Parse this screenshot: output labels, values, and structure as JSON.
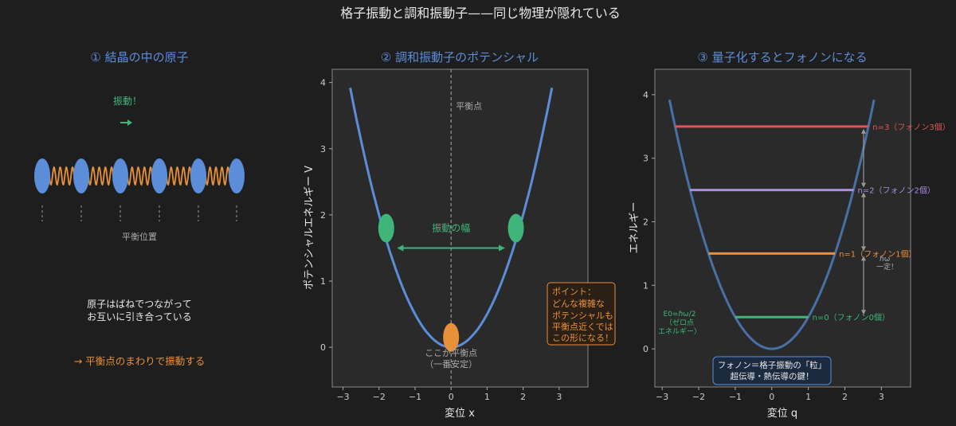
{
  "title": "格子振動と調和振動子——同じ物理が隠れている",
  "colors": {
    "background": "#1e1e1e",
    "axes_face": "#2a2a2a",
    "blue": "#5b8dd9",
    "green": "#3fb57a",
    "orange": "#e8913a",
    "red": "#e05555",
    "purple": "#a98de0",
    "gray_text": "#aaaaaa",
    "white_text": "#e8e8e8"
  },
  "panel1": {
    "title": "① 結晶の中の原子",
    "vibration_label": "振動！",
    "equilibrium_label": "平衡位置",
    "caption_line1": "原子はばねでつながって",
    "caption_line2": "お互いに引き合っている",
    "conclusion": "→ 平衡点のまわりで振動する"
  },
  "panel2": {
    "title": "② 調和振動子のポテンシャル",
    "equilibrium_label": "平衡点",
    "amplitude_label": "振動の幅",
    "bottom_label_line1": "ここが平衡点",
    "bottom_label_line2": "（一番安定）",
    "note_line1": "ポイント：",
    "note_line2": "どんな複雑な",
    "note_line3": "ポテンシャルも",
    "note_line4": "平衡点近くでは",
    "note_line5": "この形になる！"
  },
  "panel3": {
    "title": "③ 量子化するとフォノンになる",
    "zero_point_line1": "E0=ℏω/2",
    "zero_point_line2": "（ゼロ点",
    "zero_point_line3": "エネルギー）",
    "spacing_label_line1": "ℏω",
    "spacing_label_line2": "一定！",
    "box_line1": "フォノン＝格子振動の「粒」",
    "box_line2": "超伝導・熱伝導の鍵！"
  },
  "chart_data": [
    {
      "type": "line",
      "title": "② 調和振動子のポテンシャル",
      "xlabel": "変位 x",
      "ylabel": "ポテンシャルエネルギー V",
      "xlim": [
        -3.3,
        3.8
      ],
      "ylim": [
        -0.6,
        4.2
      ],
      "xticks": [
        -3,
        -2,
        -1,
        0,
        1,
        2,
        3
      ],
      "yticks": [
        0,
        1,
        2,
        3,
        4
      ],
      "grid": false,
      "series": [
        {
          "function": "V = 0.5 x^2",
          "x_range": [
            -2.8,
            2.8
          ]
        }
      ],
      "markers": [
        {
          "x": -1.8,
          "y": 1.8,
          "label": ""
        },
        {
          "x": 1.8,
          "y": 1.8,
          "label": ""
        },
        {
          "x": 0,
          "y": 0.15,
          "label": ""
        }
      ],
      "annotations": [
        {
          "type": "vline",
          "x": 0
        },
        {
          "type": "double_arrow",
          "x": [
            -1.5,
            1.5
          ],
          "y": 1.5
        }
      ]
    },
    {
      "type": "line",
      "title": "③ 量子化するとフォノンになる",
      "xlabel": "変位 q",
      "ylabel": "エネルギー",
      "xlim": [
        -3.2,
        3.8
      ],
      "ylim": [
        -0.6,
        4.4
      ],
      "xticks": [
        -3,
        -2,
        -1,
        0,
        1,
        2,
        3
      ],
      "yticks": [
        0,
        1,
        2,
        3,
        4
      ],
      "grid": false,
      "series": [
        {
          "function": "E = 0.5 q^2",
          "x_range": [
            -2.8,
            2.8
          ]
        }
      ],
      "levels": [
        {
          "n": 0,
          "energy": 0.5,
          "x_range": [
            -1.0,
            1.0
          ],
          "label": "n=0（フォノン0個）",
          "color": "#3fb57a"
        },
        {
          "n": 1,
          "energy": 1.5,
          "x_range": [
            -1.73,
            1.73
          ],
          "label": "n=1（フォノン1個）",
          "color": "#e8913a"
        },
        {
          "n": 2,
          "energy": 2.5,
          "x_range": [
            -2.24,
            2.24
          ],
          "label": "n=2（フォノン2個）",
          "color": "#a98de0"
        },
        {
          "n": 3,
          "energy": 3.5,
          "x_range": [
            -2.65,
            2.65
          ],
          "label": "n=3（フォノン3個）",
          "color": "#e05555"
        }
      ]
    }
  ]
}
